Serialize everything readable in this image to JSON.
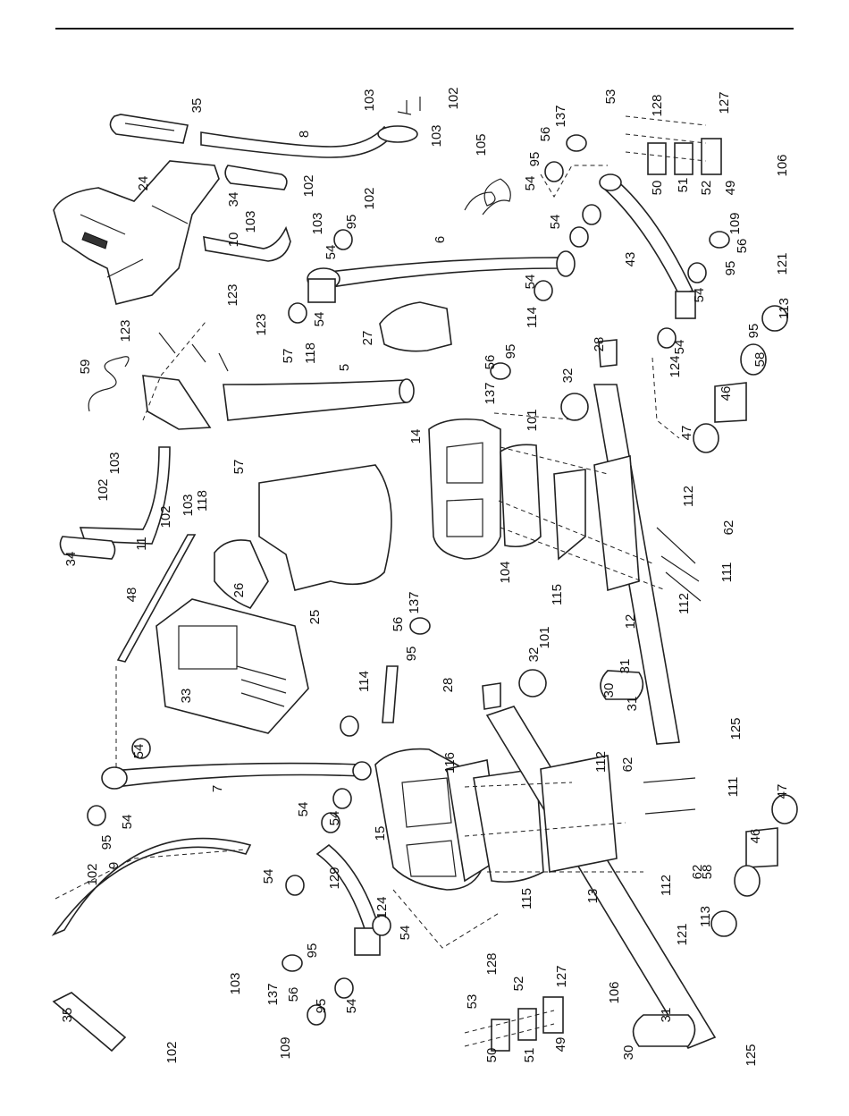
{
  "diagram": {
    "callouts": [
      {
        "id": "35a",
        "text": "35"
      },
      {
        "id": "8",
        "text": "8"
      },
      {
        "id": "103a",
        "text": "103"
      },
      {
        "id": "102a",
        "text": "102"
      },
      {
        "id": "103b",
        "text": "103"
      },
      {
        "id": "53a",
        "text": "53"
      },
      {
        "id": "128a",
        "text": "128"
      },
      {
        "id": "127a",
        "text": "127"
      },
      {
        "id": "137a",
        "text": "137"
      },
      {
        "id": "56a",
        "text": "56"
      },
      {
        "id": "95a",
        "text": "95"
      },
      {
        "id": "54a",
        "text": "54"
      },
      {
        "id": "105",
        "text": "105"
      },
      {
        "id": "106a",
        "text": "106"
      },
      {
        "id": "50a",
        "text": "50"
      },
      {
        "id": "51a",
        "text": "51"
      },
      {
        "id": "52a",
        "text": "52"
      },
      {
        "id": "49a",
        "text": "49"
      },
      {
        "id": "24",
        "text": "24"
      },
      {
        "id": "34a",
        "text": "34"
      },
      {
        "id": "102b",
        "text": "102"
      },
      {
        "id": "103c",
        "text": "103"
      },
      {
        "id": "103d",
        "text": "103"
      },
      {
        "id": "102c",
        "text": "102"
      },
      {
        "id": "95b",
        "text": "95"
      },
      {
        "id": "54b",
        "text": "54"
      },
      {
        "id": "10",
        "text": "10"
      },
      {
        "id": "6",
        "text": "6"
      },
      {
        "id": "54c",
        "text": "54"
      },
      {
        "id": "43",
        "text": "43"
      },
      {
        "id": "109a",
        "text": "109"
      },
      {
        "id": "56b",
        "text": "56"
      },
      {
        "id": "95c",
        "text": "95"
      },
      {
        "id": "54d",
        "text": "54"
      },
      {
        "id": "121a",
        "text": "121"
      },
      {
        "id": "113a",
        "text": "113"
      },
      {
        "id": "123a",
        "text": "123"
      },
      {
        "id": "123b",
        "text": "123"
      },
      {
        "id": "123c",
        "text": "123"
      },
      {
        "id": "54e",
        "text": "54"
      },
      {
        "id": "118a",
        "text": "118"
      },
      {
        "id": "57a",
        "text": "57"
      },
      {
        "id": "27",
        "text": "27"
      },
      {
        "id": "54f",
        "text": "54"
      },
      {
        "id": "114a",
        "text": "114"
      },
      {
        "id": "95d",
        "text": "95"
      },
      {
        "id": "56c",
        "text": "56"
      },
      {
        "id": "137b",
        "text": "137"
      },
      {
        "id": "28a",
        "text": "28"
      },
      {
        "id": "124a",
        "text": "124"
      },
      {
        "id": "54g",
        "text": "54"
      },
      {
        "id": "95e",
        "text": "95"
      },
      {
        "id": "58a",
        "text": "58"
      },
      {
        "id": "59",
        "text": "59"
      },
      {
        "id": "5",
        "text": "5"
      },
      {
        "id": "32a",
        "text": "32"
      },
      {
        "id": "101a",
        "text": "101"
      },
      {
        "id": "46a",
        "text": "46"
      },
      {
        "id": "47a",
        "text": "47"
      },
      {
        "id": "14",
        "text": "14"
      },
      {
        "id": "103e",
        "text": "103"
      },
      {
        "id": "102d",
        "text": "102"
      },
      {
        "id": "103f",
        "text": "103"
      },
      {
        "id": "102e",
        "text": "102"
      },
      {
        "id": "57b",
        "text": "57"
      },
      {
        "id": "118b",
        "text": "118"
      },
      {
        "id": "11",
        "text": "11"
      },
      {
        "id": "112a",
        "text": "112"
      },
      {
        "id": "62a",
        "text": "62"
      },
      {
        "id": "34b",
        "text": "34"
      },
      {
        "id": "26",
        "text": "26"
      },
      {
        "id": "25",
        "text": "25"
      },
      {
        "id": "104",
        "text": "104"
      },
      {
        "id": "115a",
        "text": "115"
      },
      {
        "id": "12",
        "text": "12"
      },
      {
        "id": "111a",
        "text": "111"
      },
      {
        "id": "112b",
        "text": "112"
      },
      {
        "id": "48",
        "text": "48"
      },
      {
        "id": "33",
        "text": "33"
      },
      {
        "id": "137c",
        "text": "137"
      },
      {
        "id": "56d",
        "text": "56"
      },
      {
        "id": "95f",
        "text": "95"
      },
      {
        "id": "114b",
        "text": "114"
      },
      {
        "id": "101b",
        "text": "101"
      },
      {
        "id": "28b",
        "text": "28"
      },
      {
        "id": "32b",
        "text": "32"
      },
      {
        "id": "31a",
        "text": "31"
      },
      {
        "id": "30a",
        "text": "30"
      },
      {
        "id": "31b",
        "text": "31"
      },
      {
        "id": "125a",
        "text": "125"
      },
      {
        "id": "54h",
        "text": "54"
      },
      {
        "id": "116",
        "text": "116"
      },
      {
        "id": "112c",
        "text": "112"
      },
      {
        "id": "62b",
        "text": "62"
      },
      {
        "id": "111b",
        "text": "111"
      },
      {
        "id": "7",
        "text": "7"
      },
      {
        "id": "54i",
        "text": "54"
      },
      {
        "id": "47b",
        "text": "47"
      },
      {
        "id": "54j",
        "text": "54"
      },
      {
        "id": "15",
        "text": "15"
      },
      {
        "id": "46b",
        "text": "46"
      },
      {
        "id": "54k",
        "text": "54"
      },
      {
        "id": "95g",
        "text": "95"
      },
      {
        "id": "102f",
        "text": "102"
      },
      {
        "id": "62c",
        "text": "62"
      },
      {
        "id": "112d",
        "text": "112"
      },
      {
        "id": "58b",
        "text": "58"
      },
      {
        "id": "54l",
        "text": "54"
      },
      {
        "id": "129",
        "text": "129"
      },
      {
        "id": "124b",
        "text": "124"
      },
      {
        "id": "95h",
        "text": "95"
      },
      {
        "id": "115b",
        "text": "115"
      },
      {
        "id": "113b",
        "text": "113"
      },
      {
        "id": "121b",
        "text": "121"
      },
      {
        "id": "54m",
        "text": "54"
      },
      {
        "id": "13",
        "text": "13"
      },
      {
        "id": "9",
        "text": "9"
      },
      {
        "id": "103g",
        "text": "103"
      },
      {
        "id": "137d",
        "text": "137"
      },
      {
        "id": "56e",
        "text": "56"
      },
      {
        "id": "95i",
        "text": "95"
      },
      {
        "id": "54n",
        "text": "54"
      },
      {
        "id": "53b",
        "text": "53"
      },
      {
        "id": "128b",
        "text": "128"
      },
      {
        "id": "52b",
        "text": "52"
      },
      {
        "id": "127b",
        "text": "127"
      },
      {
        "id": "106b",
        "text": "106"
      },
      {
        "id": "102g",
        "text": "102"
      },
      {
        "id": "109b",
        "text": "109"
      },
      {
        "id": "50b",
        "text": "50"
      },
      {
        "id": "51b",
        "text": "51"
      },
      {
        "id": "49b",
        "text": "49"
      },
      {
        "id": "31c",
        "text": "31"
      },
      {
        "id": "35b",
        "text": "35"
      },
      {
        "id": "30b",
        "text": "30"
      },
      {
        "id": "125b",
        "text": "125"
      }
    ]
  }
}
